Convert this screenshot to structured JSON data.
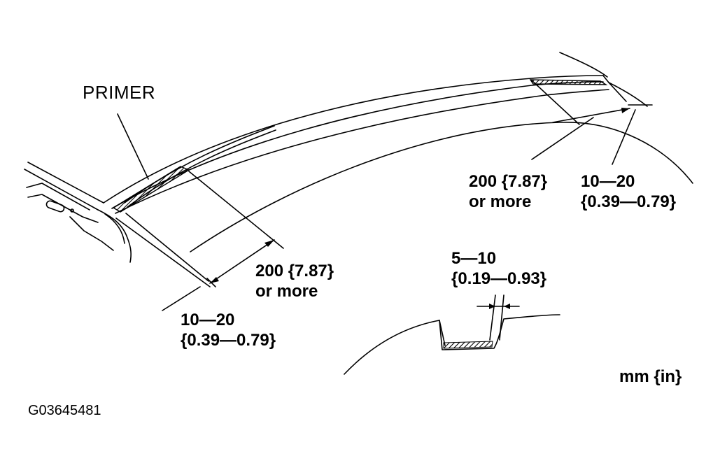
{
  "labels": {
    "primer": "PRIMER",
    "left_length": {
      "line1": "200 {7.87}",
      "line2": "or more"
    },
    "left_width": {
      "line1": "10—20",
      "line2": "{0.39—0.79}"
    },
    "right_length": {
      "line1": "200 {7.87}",
      "line2": "or more"
    },
    "right_width": {
      "line1": "10—20",
      "line2": "{0.39—0.79}"
    },
    "section_width": {
      "line1": "5—10",
      "line2": "{0.19—0.93}"
    },
    "units": "mm {in}",
    "figure_code": "G03645481"
  },
  "colors": {
    "ink": "#000000",
    "paper": "#ffffff"
  }
}
